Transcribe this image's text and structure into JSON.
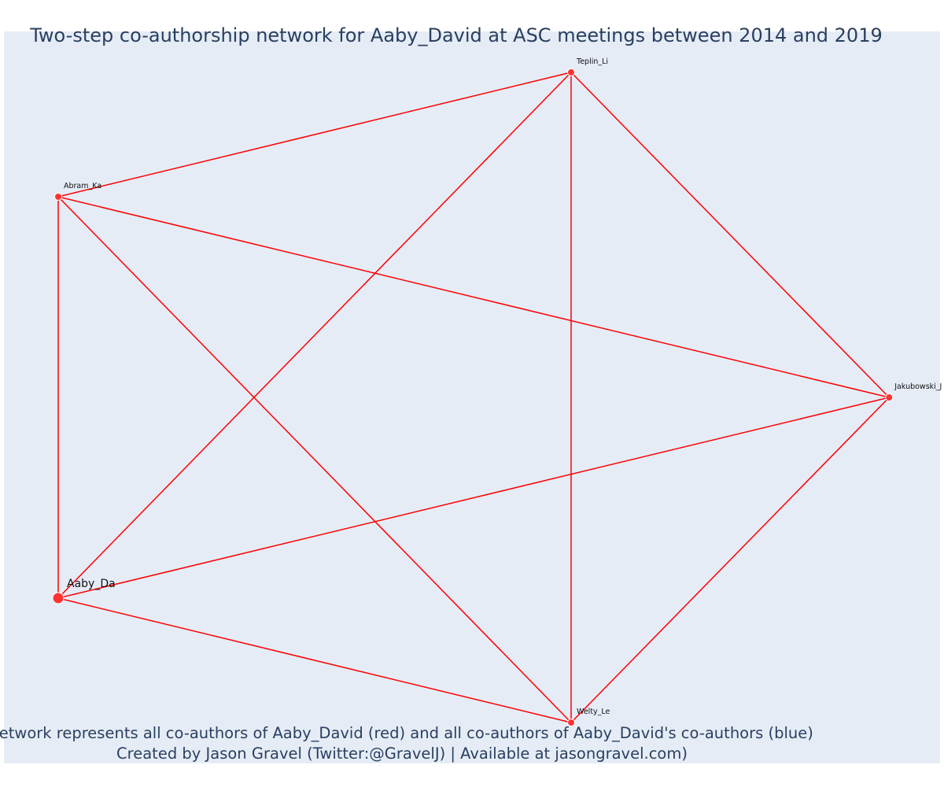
{
  "title": "Two-step co-authorship network for Aaby_David at ASC meetings between 2014 and 2019",
  "footer": {
    "line1": "Network represents all co-authors of Aaby_David (red) and all co-authors of Aaby_David's co-authors (blue)",
    "line2": "Created by Jason Gravel (Twitter:@GravelJ) | Available at jasongravel.com)"
  },
  "colors": {
    "background": "#e5ecf6",
    "edge": "#ff0000",
    "node_fill": "#ff3333",
    "node_stroke": "#ffffff",
    "title": "#2a3f5f"
  },
  "chart_data": {
    "type": "network",
    "nodes": [
      {
        "id": "Aaby_Da",
        "label": "Aaby_Da",
        "x": 0.0,
        "y": 0.0,
        "focal": true
      },
      {
        "id": "Abram_Ka",
        "label": "Abram_Ka",
        "x": 0.0,
        "y": 1.0,
        "focal": false
      },
      {
        "id": "Teplin_Li",
        "label": "Teplin_Li",
        "x": 1.0,
        "y": 1.31,
        "focal": false
      },
      {
        "id": "Jakubowski_J",
        "label": "Jakubowski_J",
        "x": 1.62,
        "y": 0.5,
        "focal": false
      },
      {
        "id": "Welty_Le",
        "label": "Welty_Le",
        "x": 1.0,
        "y": -0.31,
        "focal": false
      }
    ],
    "edges": [
      [
        "Aaby_Da",
        "Abram_Ka"
      ],
      [
        "Aaby_Da",
        "Teplin_Li"
      ],
      [
        "Aaby_Da",
        "Jakubowski_J"
      ],
      [
        "Aaby_Da",
        "Welty_Le"
      ],
      [
        "Abram_Ka",
        "Teplin_Li"
      ],
      [
        "Abram_Ka",
        "Jakubowski_J"
      ],
      [
        "Abram_Ka",
        "Welty_Le"
      ],
      [
        "Teplin_Li",
        "Jakubowski_J"
      ],
      [
        "Teplin_Li",
        "Welty_Le"
      ],
      [
        "Jakubowski_J",
        "Welty_Le"
      ]
    ]
  }
}
